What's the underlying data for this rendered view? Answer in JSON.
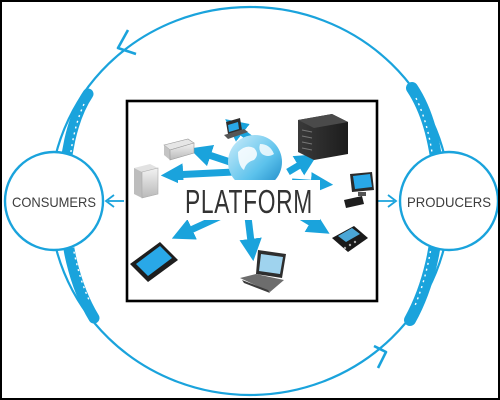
{
  "diagram": {
    "center_label": "PLATFORM",
    "left_node": "CONSUMERS",
    "right_node": "PRODUCERS"
  },
  "colors": {
    "accent": "#1aa3dc",
    "accent_dark": "#0b86c2",
    "device_dark": "#2e2e2e",
    "screen_blue": "#29a8e8",
    "frame": "#000000"
  },
  "icons": [
    "globe-icon",
    "server-icon",
    "router-icon",
    "desktop-tower-icon",
    "laptop-icon",
    "smartphone-icon",
    "arrow-icon"
  ]
}
